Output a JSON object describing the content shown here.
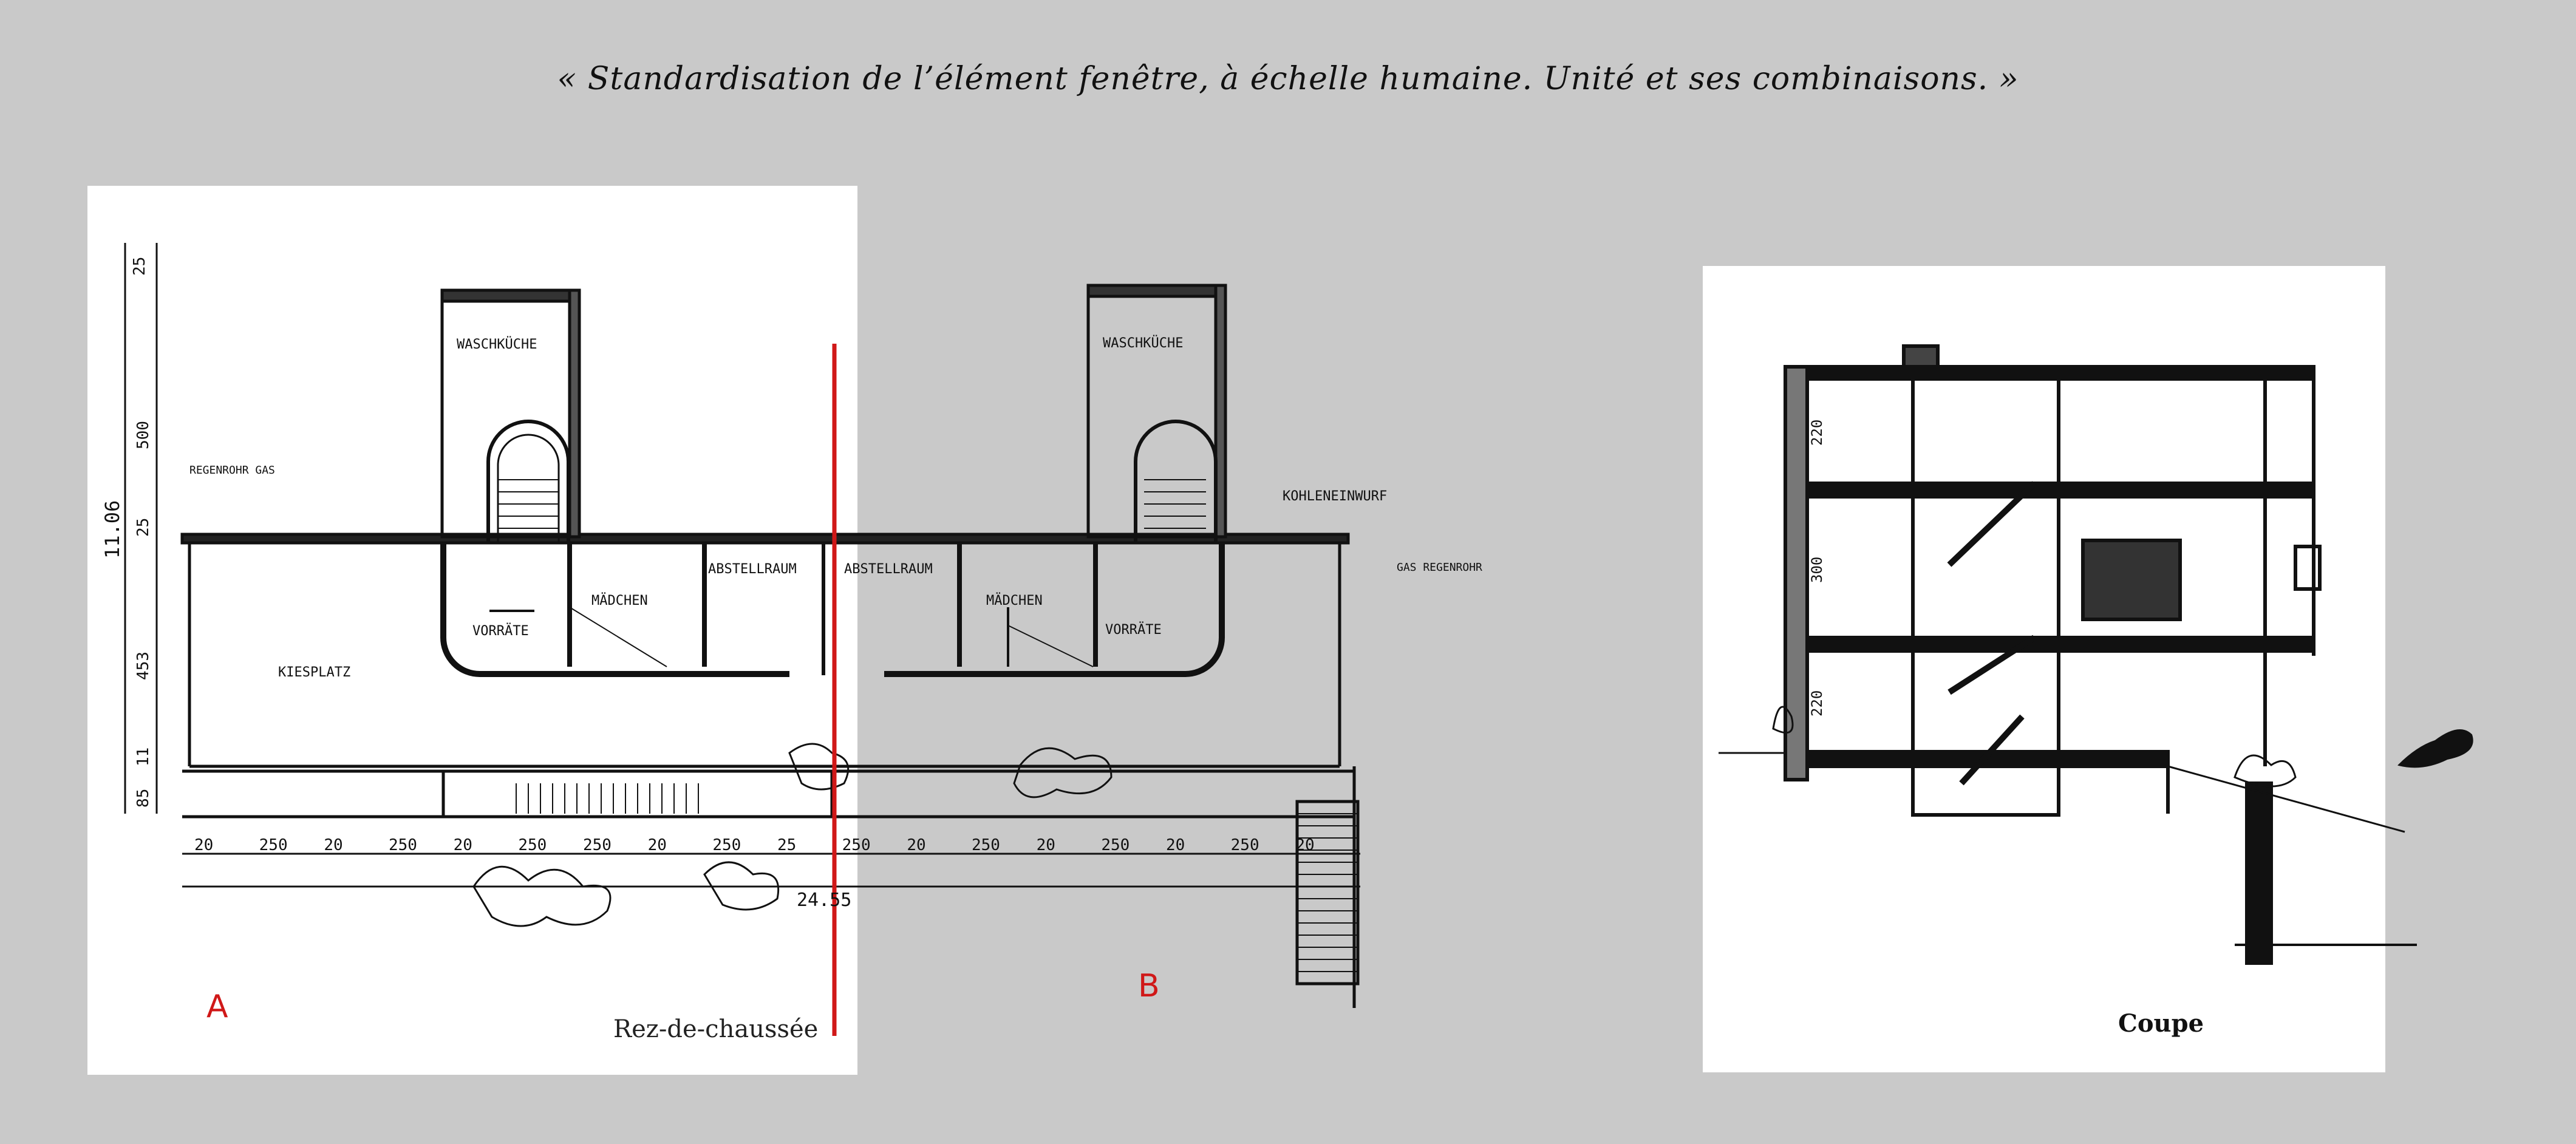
{
  "caption": "« Standardisation de l’élément fenêtre, à échelle humaine. Unité et ses combinaisons. »",
  "markers": {
    "a": "A",
    "b": "B"
  },
  "plan": {
    "caption": "Rez-de-chaussée",
    "rooms": {
      "waschkuche_a": "WASCHKÜCHE",
      "waschkuche_b": "WASCHKÜCHE",
      "madchen_a": "MÄDCHEN",
      "madchen_b": "MÄDCHEN",
      "vorrate_a": "VORRÄTE",
      "vorrate_b": "VORRÄTE",
      "abstellraum_a": "ABSTELLRAUM",
      "abstellraum_b": "ABSTELLRAUM",
      "kiesplatz": "KIESPLATZ",
      "kohleneinwurf": "KOHLENEINWURF",
      "regenrohr_gas_left": "REGENROHR GAS",
      "gas_regenrohr_right": "GAS REGENROHR"
    },
    "dims_vertical": [
      "25",
      "500",
      "25",
      "453",
      "11",
      "85"
    ],
    "overall_vertical": "11.06",
    "dims_horizontal": [
      "20",
      "250",
      "20",
      "250",
      "20",
      "250",
      "250",
      "20",
      "250",
      "25",
      "250",
      "20",
      "250",
      "20",
      "250",
      "20",
      "250",
      "20"
    ],
    "overall_horizontal": "24.55"
  },
  "section": {
    "caption": "Coupe",
    "dims_vertical": [
      "220",
      "300",
      "220"
    ]
  }
}
